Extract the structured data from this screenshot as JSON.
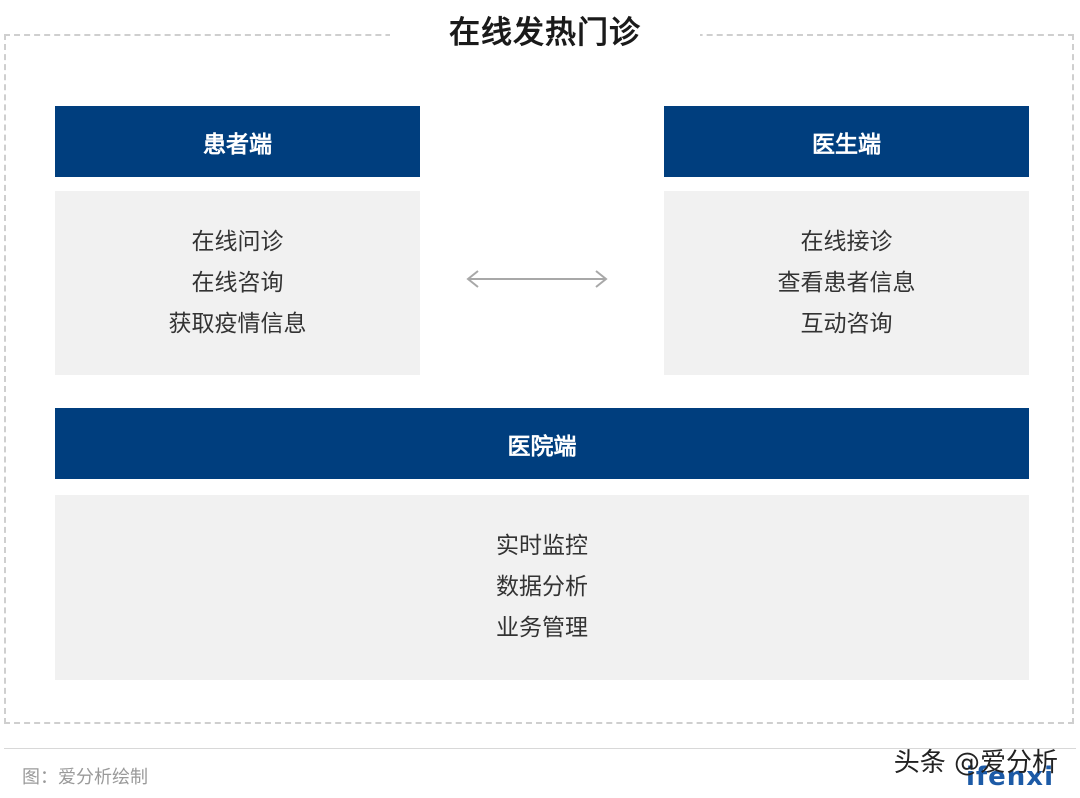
{
  "title": "在线发热门诊",
  "patient": {
    "header": "患者端",
    "items": [
      "在线问诊",
      "在线咨询",
      "获取疫情信息"
    ]
  },
  "doctor": {
    "header": "医生端",
    "items": [
      "在线接诊",
      "查看患者信息",
      "互动咨询"
    ]
  },
  "hospital": {
    "header": "医院端",
    "items": [
      "实时监控",
      "数据分析",
      "业务管理"
    ]
  },
  "footer": {
    "source": "图：爱分析绘制",
    "watermark": "头条 @爱分析",
    "logo": "ifenxi"
  },
  "colors": {
    "header_bg": "#003e7e",
    "box_bg": "#f1f1f1",
    "arrow": "#a8a8a8"
  },
  "icons": {
    "connector": "double-arrow-icon"
  }
}
